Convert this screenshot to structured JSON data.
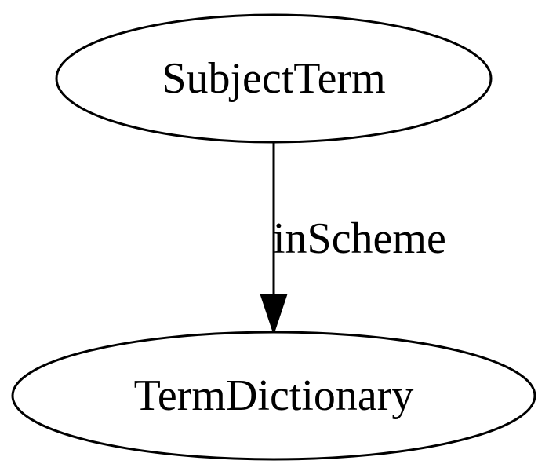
{
  "diagram": {
    "nodes": [
      {
        "id": "subject-term",
        "label": "SubjectTerm"
      },
      {
        "id": "term-dictionary",
        "label": "TermDictionary"
      }
    ],
    "edges": [
      {
        "from": "subject-term",
        "to": "term-dictionary",
        "label": "inScheme"
      }
    ]
  },
  "colors": {
    "stroke": "#000000",
    "background": "#ffffff"
  }
}
